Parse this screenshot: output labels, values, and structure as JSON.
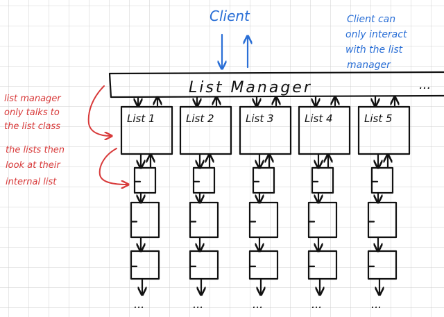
{
  "client": {
    "label": "Client"
  },
  "client_note": {
    "lines": [
      "Client can",
      "only interact",
      "with the list",
      "manager"
    ]
  },
  "list_manager": {
    "label": "List Manager",
    "ellipsis": "..."
  },
  "lists": [
    {
      "label": "List 1"
    },
    {
      "label": "List 2"
    },
    {
      "label": "List 3"
    },
    {
      "label": "List 4"
    },
    {
      "label": "List 5"
    }
  ],
  "chain_ellipsis": "...",
  "red_notes": {
    "note1": [
      "list manager",
      "only talks to",
      "the list class"
    ],
    "note2": [
      "the lists then",
      "look at their",
      "internal list"
    ]
  },
  "colors": {
    "blue": "#2a6fd6",
    "red": "#d83a3a",
    "ink": "#111111",
    "grid": "#cfcfcf"
  }
}
